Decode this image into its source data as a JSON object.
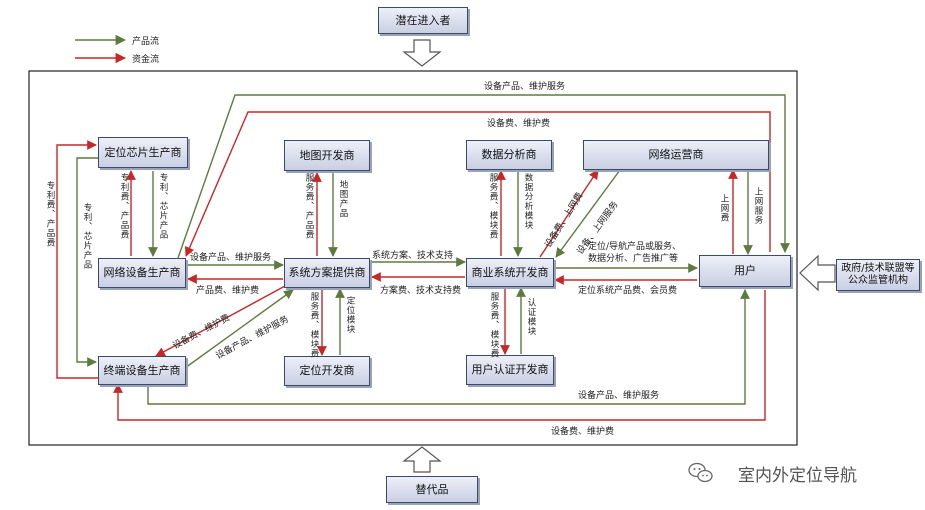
{
  "legend": {
    "product_flow": "产品流",
    "money_flow": "资金流"
  },
  "colors": {
    "product": "#5f7a3e",
    "money": "#c62828",
    "node_border": "#3c4a6b"
  },
  "nodes": {
    "entrants": "潜在进入者",
    "substitutes": "替代品",
    "chip": "定位芯片生产商",
    "network_equipment": "网络设备生产商",
    "terminal": "终端设备生产商",
    "map": "地图开发商",
    "solution": "系统方案提供商",
    "positioning": "定位开发商",
    "data_analysis": "数据分析商",
    "business": "商业系统开发商",
    "auth": "用户认证开发商",
    "operator": "网络运营商",
    "user": "用户",
    "gov": "政府/技术联盟等\n公众监管机构"
  },
  "flows": {
    "top_product": "设备产品、维护服务",
    "top_money": "设备费、维护费",
    "bottom_product": "设备产品、维护服务",
    "bottom_money": "设备费、维护费",
    "ne_to_sol": "设备产品、维护服务",
    "sol_to_ne": "产品费、维护费",
    "sol_to_bus": "系统方案、技术支持",
    "bus_to_sol": "方案费、技术支持费",
    "bus_to_user": "定位/导航产品或服务、\n数据分析、广告推广等",
    "user_to_bus": "定位系统产品费、会员费",
    "term_to_ne_money": "设备费、维护费",
    "ne_to_term_product": "设备产品、维护服务",
    "left_outer": "专利费、产品费",
    "left_inner": "专利、芯片产品",
    "chip_down": "专利、芯片产品",
    "chip_up": "专利费、产品费",
    "map_down": "服务费、产品费",
    "map_up": "地图产品",
    "pos_up": "服务费、模块费",
    "pos_down": "定位模块",
    "data_down": "服务费、模块费",
    "data_up": "数据分析模块",
    "auth_up": "服务费、模块费",
    "auth_down": "认证模块",
    "op_to_bus_money": "设备费、上网费",
    "op_to_bus_service": "设备、上网服务",
    "user_to_op": "上网费",
    "op_to_user": "上网服务"
  },
  "watermark": "室内外定位导航"
}
